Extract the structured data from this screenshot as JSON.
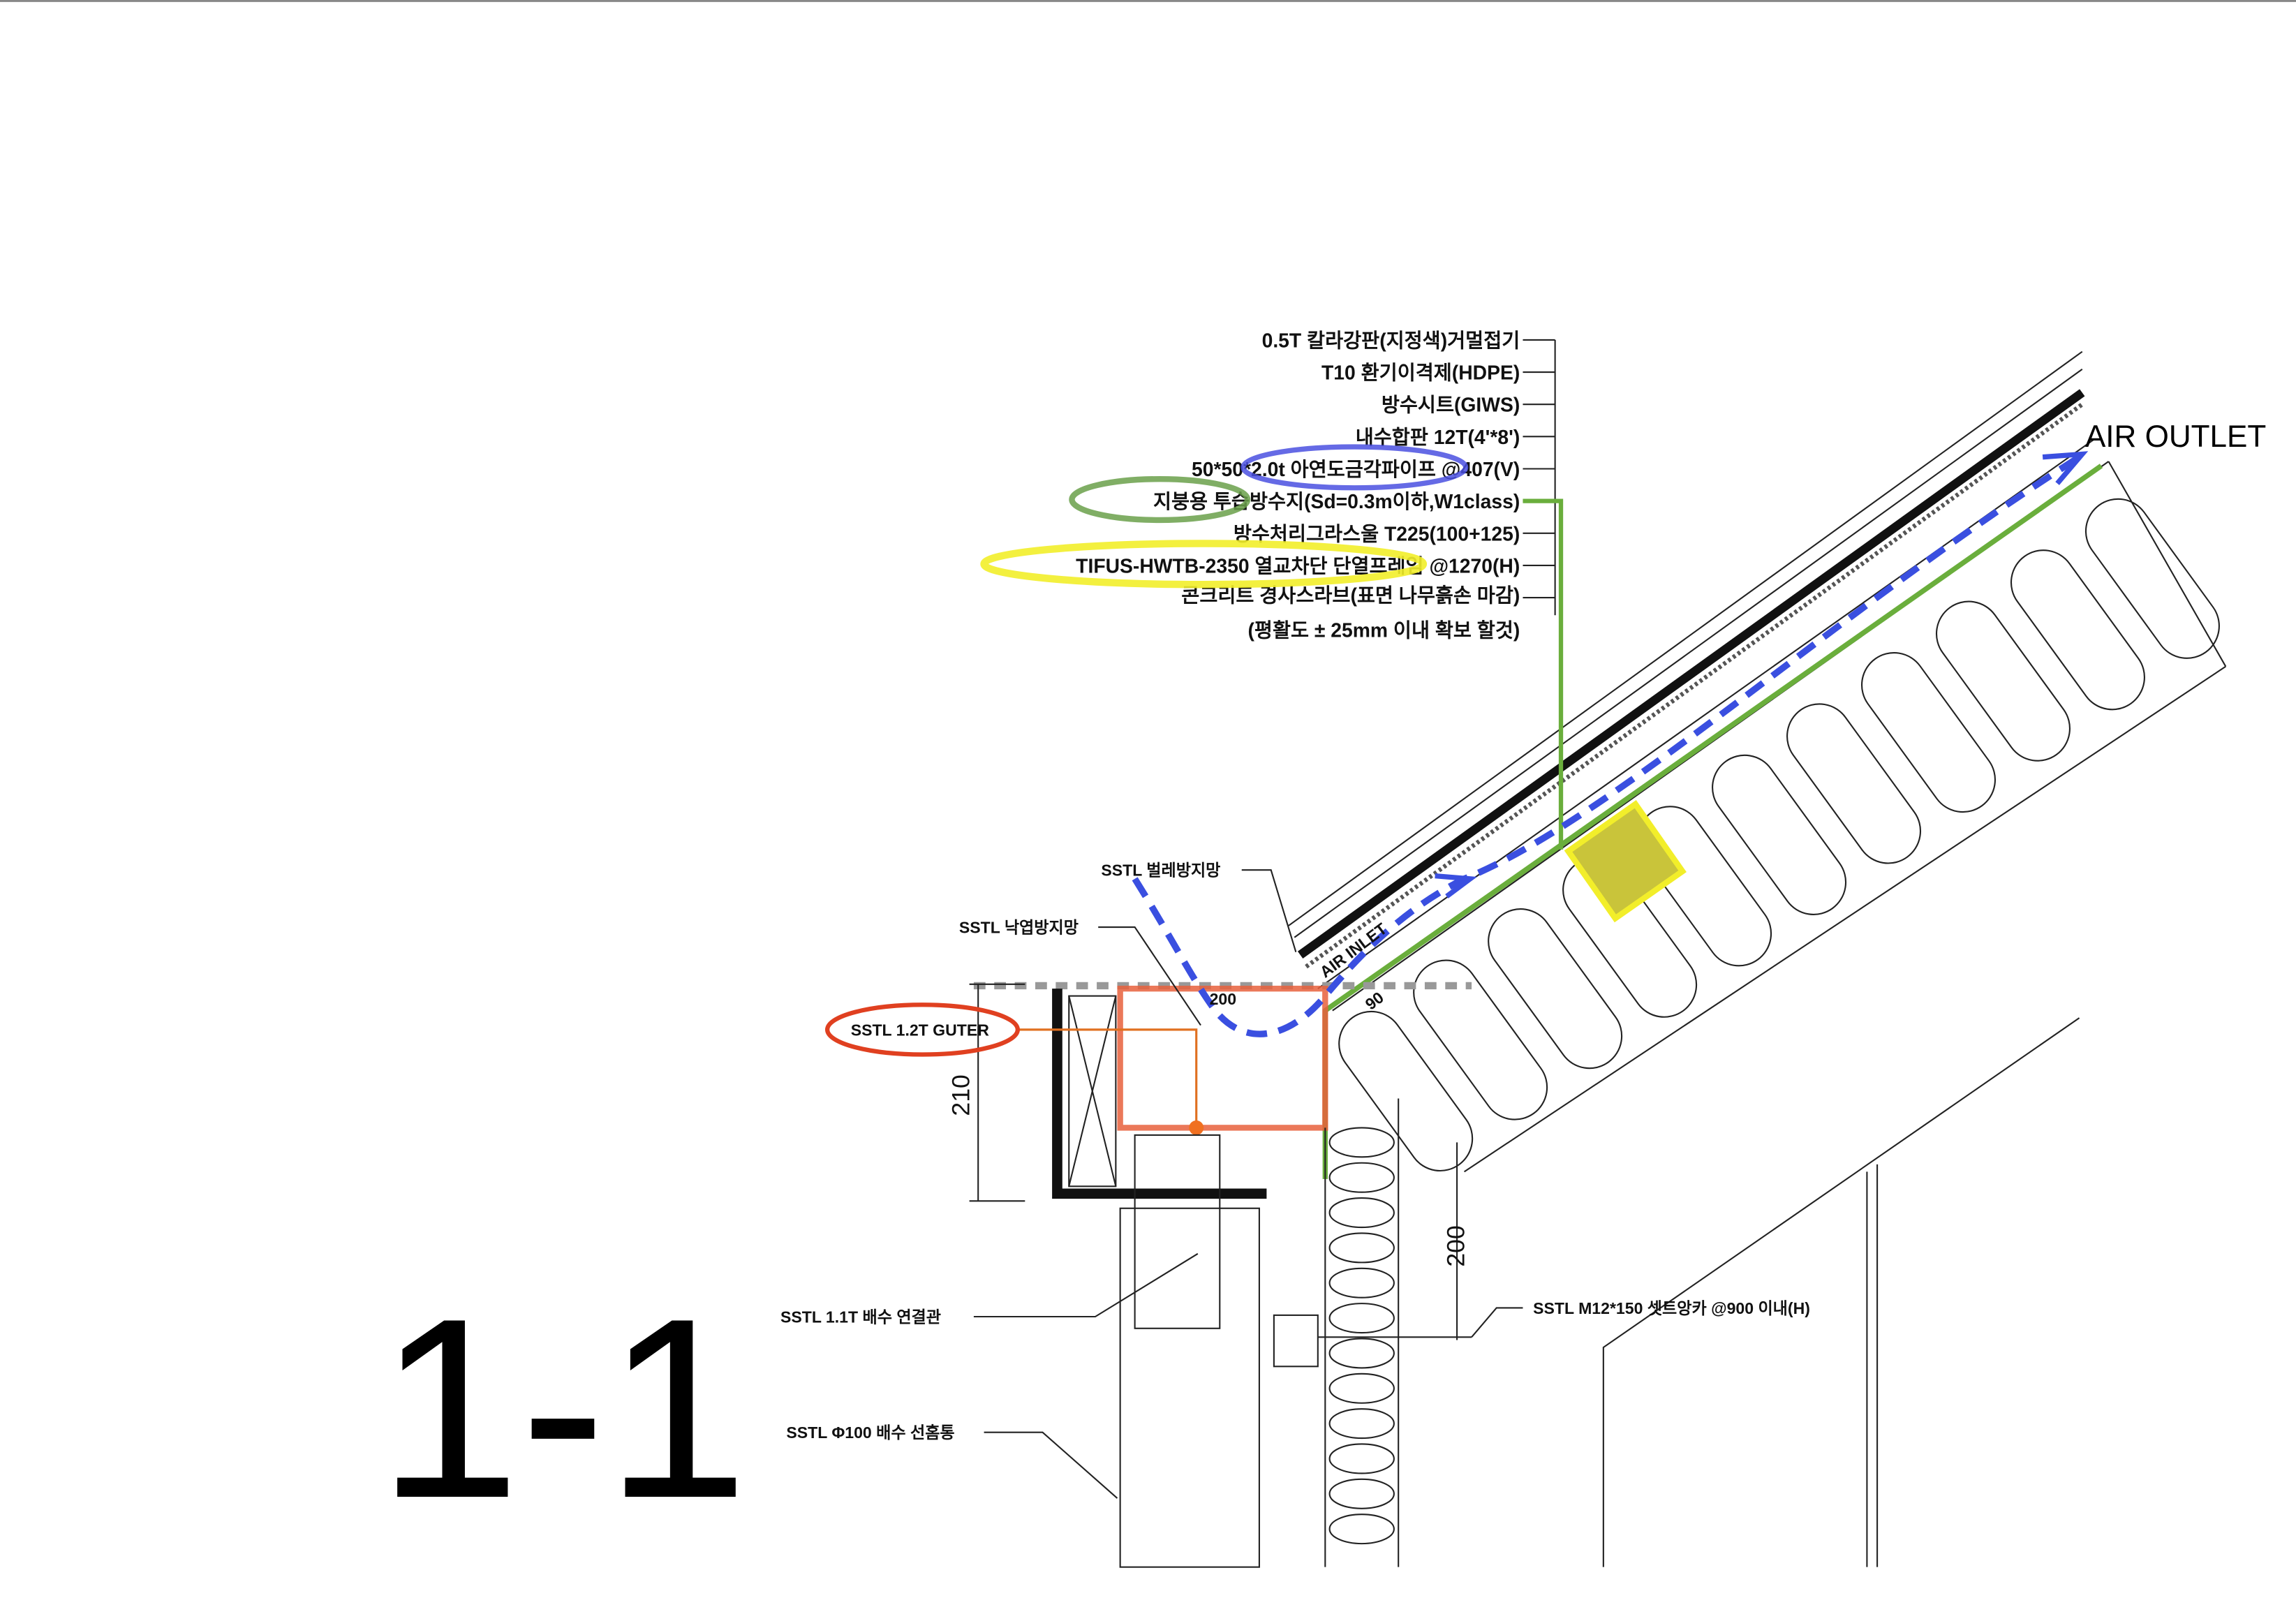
{
  "title": "1-1",
  "air_outlet": "AIR OUTLET",
  "air_inlet": "AIR INLET",
  "material_labels": [
    "0.5T 칼라강판(지정색)거멀접기",
    "T10 환기이격제(HDPE)",
    "방수시트(GIWS)",
    "내수합판 12T(4'*8')",
    "50*50*2.0t 아연도금각파이프 @407(V)",
    "지붕용 투습방수지(Sd=0.3m이하,W1class)",
    "방수처리그라스울 T225(100+125)",
    "TIFUS-HWTB-2350 열교차단 단열프레임 @1270(H)",
    "콘크리트 경사스라브(표면 나무흙손 마감)",
    "(평활도 ± 25mm 이내 확보 할것)"
  ],
  "detail_labels": {
    "insect_screen": "SSTL 벌레방지망",
    "leaf_screen": "SSTL 낙엽방지망",
    "gutter": "SSTL 1.2T GUTER",
    "drain_connector": "SSTL 1.1T 배수 연결관",
    "downpipe": "SSTL Φ100 배수 선홈통",
    "anchor": "SSTL M12*150 셋트앙카 @900 이내(H)"
  },
  "dimensions": {
    "gutter_height": "210",
    "wall": "200",
    "gutter_top": "200",
    "inlet": "90"
  },
  "colors": {
    "airflow": "#3a4fe0",
    "membrane": "#6aae3c",
    "frame": "#f2ee2a",
    "gutter": "#e8603c",
    "pipe": "#5560e0"
  }
}
